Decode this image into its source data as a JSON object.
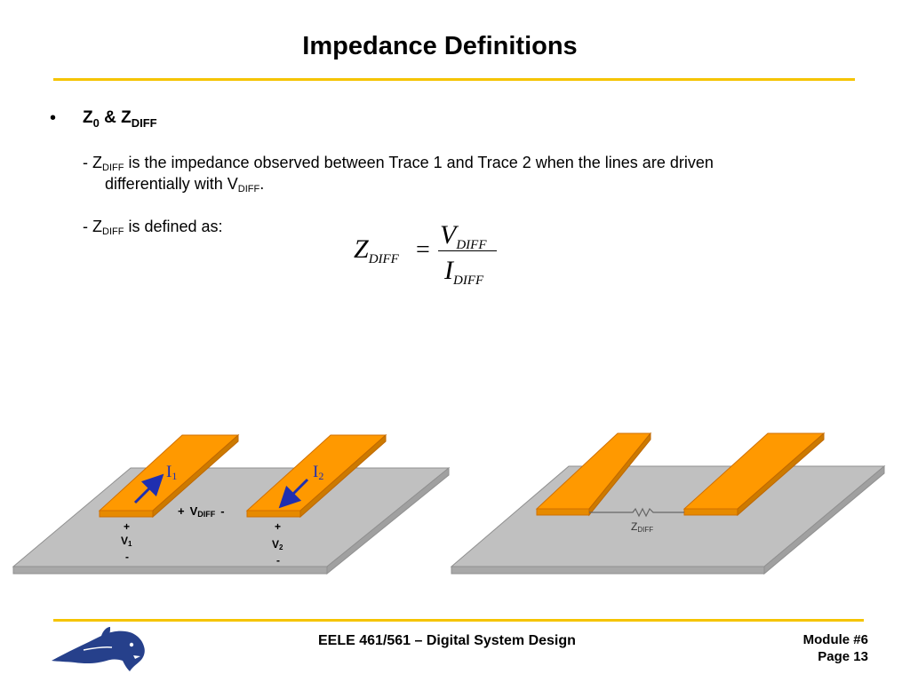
{
  "title": "Impedance Definitions",
  "colors": {
    "rule": "#f5c400",
    "trace": "#ff9900",
    "board": "#c0c0c0",
    "arrow": "#1f2fb0",
    "logo": "#26408b"
  },
  "bullet": {
    "symbol": "•",
    "z": "Z",
    "z_sub": "0",
    "amp": " & Z",
    "diff_sub": "DIFF"
  },
  "body": {
    "line1_prefix": "- Z",
    "line1_sub": "DIFF",
    "line1_text": " is the impedance observed between Trace 1 and Trace 2 when the lines are driven",
    "line2_text": "differentially with V",
    "line2_sub": "DIFF",
    "line2_end": ".",
    "line3_prefix": "- Z",
    "line3_sub": "DIFF",
    "line3_text": " is defined as:"
  },
  "equation": {
    "lhs": "Z",
    "lhs_sub": "DIFF",
    "op": "=",
    "num": "V",
    "num_sub": "DIFF",
    "den": "I",
    "den_sub": "DIFF"
  },
  "left_diagram": {
    "i1": "I",
    "i1_sub": "1",
    "i2": "I",
    "i2_sub": "2",
    "vdiff_plus": "+",
    "vdiff": "V",
    "vdiff_sub": "DIFF",
    "vdiff_minus": "-",
    "v1_plus": "+",
    "v1": "V",
    "v1_sub": "1",
    "v1_minus": "-",
    "v2_plus": "+",
    "v2": "V",
    "v2_sub": "2",
    "v2_minus": "-"
  },
  "right_diagram": {
    "z": "Z",
    "z_sub": "DIFF"
  },
  "footer": {
    "course": "EELE 461/561 – Digital System Design",
    "module": "Module #6",
    "page": "Page 13"
  }
}
